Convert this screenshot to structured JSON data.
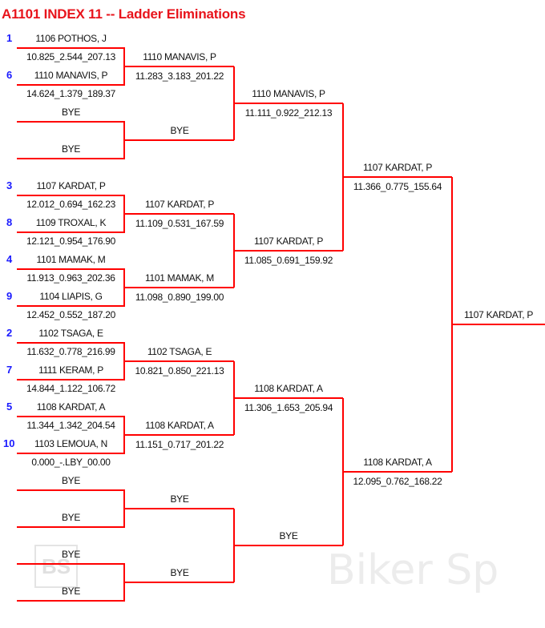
{
  "title": "A1101 INDEX 11 -- Ladder Eliminations",
  "watermark": "Biker Sp",
  "watermark_logo": "BS",
  "colors": {
    "line": "#ff0000",
    "title": "#e8141c",
    "seed": "#1a1aff"
  },
  "round1": [
    {
      "top": {
        "seed": "1",
        "name": "1106 POTHOS, J",
        "time": "10.825_2.544_207.13"
      },
      "bottom": {
        "seed": "6",
        "name": "1110 MANAVIS, P",
        "time": "14.624_1.379_189.37"
      }
    },
    {
      "top": {
        "seed": "",
        "name": "BYE",
        "time": ""
      },
      "bottom": {
        "seed": "",
        "name": "BYE",
        "time": ""
      }
    },
    {
      "top": {
        "seed": "3",
        "name": "1107 KARDAT, P",
        "time": "12.012_0.694_162.23"
      },
      "bottom": {
        "seed": "8",
        "name": "1109 TROXAL, K",
        "time": "12.121_0.954_176.90"
      }
    },
    {
      "top": {
        "seed": "4",
        "name": "1101 MAMAK, M",
        "time": "11.913_0.963_202.36"
      },
      "bottom": {
        "seed": "9",
        "name": "1104 LIAPIS, G",
        "time": "12.452_0.552_187.20"
      }
    },
    {
      "top": {
        "seed": "2",
        "name": "1102 TSAGA, E",
        "time": "11.632_0.778_216.99"
      },
      "bottom": {
        "seed": "7",
        "name": "1111 KERAM, P",
        "time": "14.844_1.122_106.72"
      }
    },
    {
      "top": {
        "seed": "5",
        "name": "1108 KARDAT, A",
        "time": "11.344_1.342_204.54"
      },
      "bottom": {
        "seed": "10",
        "name": "1103 LEMOUA, N",
        "time": "0.000_-.LBY_00.00"
      }
    },
    {
      "top": {
        "seed": "",
        "name": "BYE",
        "time": ""
      },
      "bottom": {
        "seed": "",
        "name": "BYE",
        "time": ""
      }
    },
    {
      "top": {
        "seed": "",
        "name": "BYE",
        "time": ""
      },
      "bottom": {
        "seed": "",
        "name": "BYE",
        "time": ""
      }
    }
  ],
  "round2": [
    {
      "name": "1110 MANAVIS, P",
      "time": "11.283_3.183_201.22"
    },
    {
      "name": "BYE",
      "time": ""
    },
    {
      "name": "1107 KARDAT, P",
      "time": "11.109_0.531_167.59"
    },
    {
      "name": "1101 MAMAK, M",
      "time": "11.098_0.890_199.00"
    },
    {
      "name": "1102 TSAGA, E",
      "time": "10.821_0.850_221.13"
    },
    {
      "name": "1108 KARDAT, A",
      "time": "11.151_0.717_201.22"
    },
    {
      "name": "BYE",
      "time": ""
    },
    {
      "name": "BYE",
      "time": ""
    }
  ],
  "round3": [
    {
      "name": "1110 MANAVIS, P",
      "time": "11.111_0.922_212.13"
    },
    {
      "name": "1107 KARDAT, P",
      "time": "11.085_0.691_159.92"
    },
    {
      "name": "1108 KARDAT, A",
      "time": "11.306_1.653_205.94"
    },
    {
      "name": "BYE",
      "time": ""
    }
  ],
  "round4": [
    {
      "name": "1107 KARDAT, P",
      "time": "11.366_0.775_155.64"
    },
    {
      "name": "1108 KARDAT, A",
      "time": "12.095_0.762_168.22"
    }
  ],
  "final": {
    "name": "1107 KARDAT, P"
  }
}
